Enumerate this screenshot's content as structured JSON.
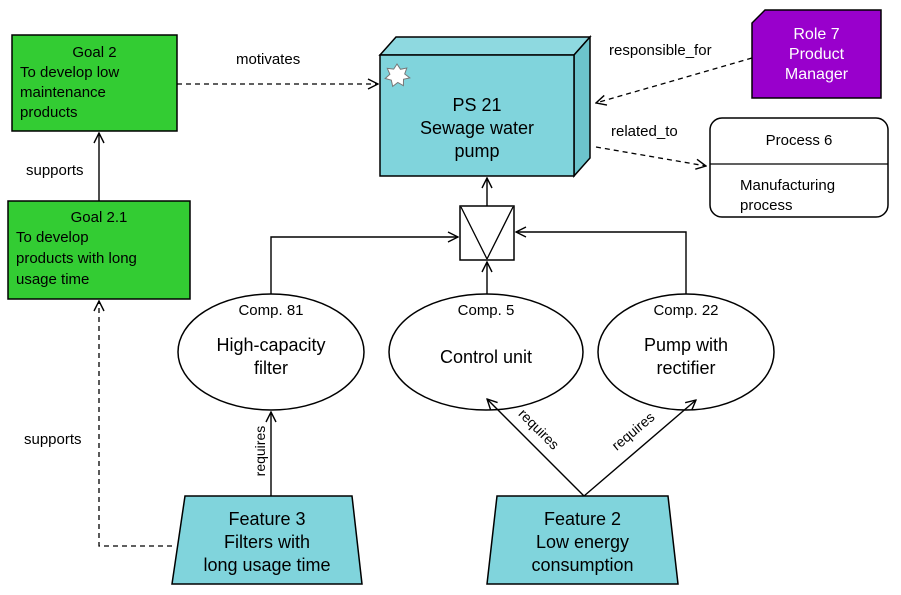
{
  "goals": {
    "goal2": {
      "title": "Goal 2",
      "line1": "To develop low",
      "line2": "maintenance",
      "line3": "products"
    },
    "goal21": {
      "title": "Goal 2.1",
      "line1": "To develop",
      "line2": "products with long",
      "line3": "usage time"
    }
  },
  "product": {
    "id": "PS 21",
    "line1": "Sewage water",
    "line2": "pump"
  },
  "role": {
    "line1": "Role 7",
    "line2": "Product",
    "line3": "Manager"
  },
  "process": {
    "title": "Process 6",
    "line1": "Manufacturing",
    "line2": "process"
  },
  "components": {
    "c81": {
      "id": "Comp. 81",
      "line1": "High-capacity",
      "line2": "filter"
    },
    "c5": {
      "id": "Comp. 5",
      "line1": "Control unit"
    },
    "c22": {
      "id": "Comp. 22",
      "line1": "Pump with",
      "line2": "rectifier"
    }
  },
  "features": {
    "f3": {
      "line1": "Feature 3",
      "line2": "Filters with",
      "line3": "long usage time"
    },
    "f2": {
      "line1": "Feature 2",
      "line2": "Low energy",
      "line3": "consumption"
    }
  },
  "edges": {
    "motivates": "motivates",
    "responsible_for": "responsible_for",
    "related_to": "related_to",
    "supports_upper": "supports",
    "supports_lower": "supports",
    "requires_f3": "requires",
    "requires_f2_left": "requires",
    "requires_f2_right": "requires"
  },
  "colors": {
    "goal": "#33cc33",
    "product": "#80d4dc",
    "role": "#9900cc",
    "feature": "#80d4dc"
  }
}
